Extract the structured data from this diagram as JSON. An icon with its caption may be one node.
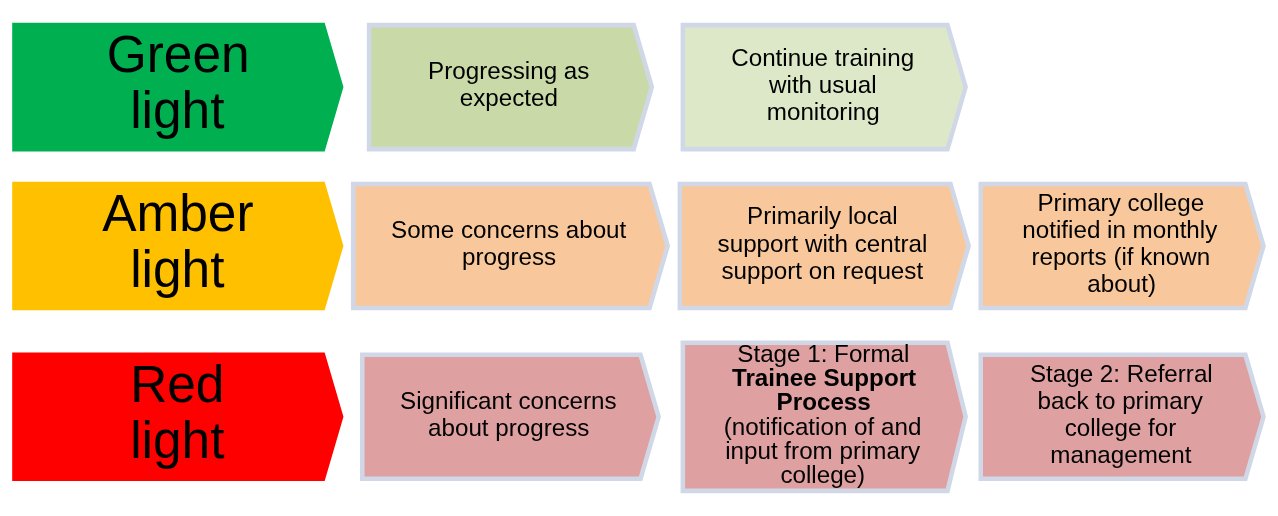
{
  "diagram": {
    "nodes": [
      {
        "text": [
          "Green light"
        ]
      },
      {
        "text": [
          "Progressing as expected"
        ]
      },
      {
        "text": [
          "Continue training with usual monitoring"
        ]
      },
      {
        "text": [
          "Amber light"
        ]
      },
      {
        "text": [
          "Some concerns about progress"
        ]
      },
      {
        "text": [
          "Primarily local support with central support on request"
        ]
      },
      {
        "text": [
          "Primary college notified in monthly reports (if known about)"
        ]
      },
      {
        "text": [
          "Red light"
        ]
      },
      {
        "text": [
          "Significant concerns about progress"
        ]
      },
      {
        "text": [
          "Stage 1: Formal **Trainee Support Process** (notification of and input from primary college)"
        ]
      },
      {
        "text": [
          "Stage 2: Referral back to primary college for management"
        ]
      }
    ]
  }
}
